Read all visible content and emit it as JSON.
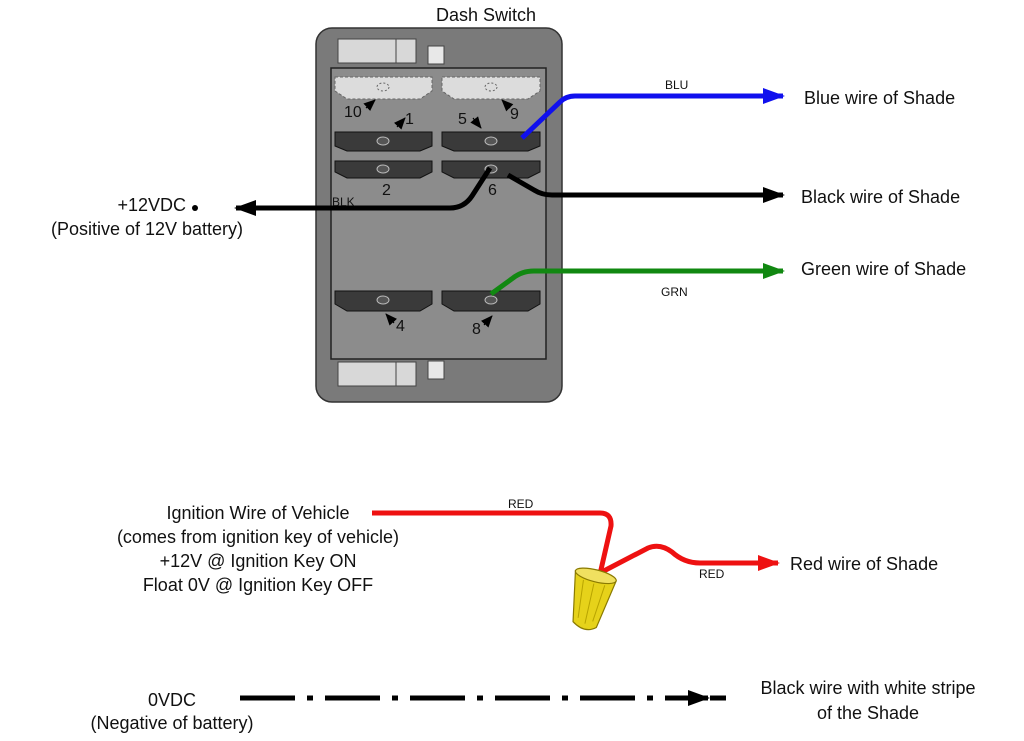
{
  "title": "Dash Switch",
  "pins": {
    "p10": "10",
    "p1": "1",
    "p5": "5",
    "p9": "9",
    "p2": "2",
    "p6": "6",
    "p4": "4",
    "p8": "8"
  },
  "wire_labels": {
    "blu": "BLU",
    "blk": "BLK",
    "grn": "GRN",
    "red1": "RED",
    "red2": "RED"
  },
  "labels": {
    "positive_12v": "+12VDC",
    "positive_12v_sub": "(Positive of 12V battery)",
    "blue_wire": "Blue wire of Shade",
    "black_wire": "Black wire of Shade",
    "green_wire": "Green wire of Shade",
    "red_wire": "Red wire of Shade",
    "ignition": [
      "Ignition Wire of Vehicle",
      "(comes from ignition key of vehicle)",
      "+12V @ Ignition Key ON",
      "Float 0V @ Ignition Key OFF"
    ],
    "zero_vdc": "0VDC",
    "zero_vdc_sub": "(Negative of battery)",
    "ground_wire": [
      "Black wire with white stripe",
      "of the Shade"
    ]
  },
  "colors": {
    "blue_wire": "#1010ee",
    "black_wire": "#000000",
    "green_wire": "#118811",
    "red_wire": "#ee1111",
    "switch_body": "#7a7a7a",
    "switch_panel": "#8c8c8c",
    "terminal": "#3a3a3a",
    "wire_nut": "#e6d21a"
  },
  "icons": {
    "switch": "rocker-switch",
    "connector": "wire-nut-icon"
  }
}
